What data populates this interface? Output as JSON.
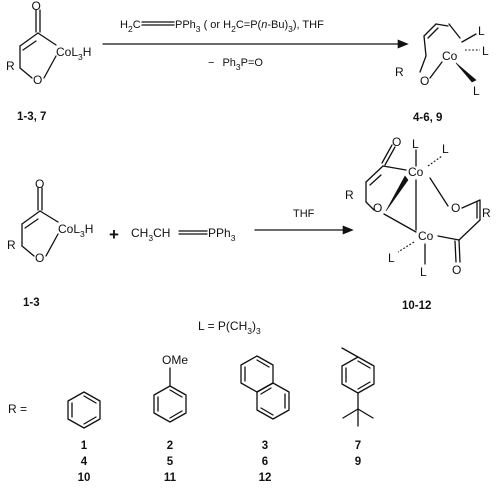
{
  "reaction1": {
    "reagent_above": {
      "h2c": "H",
      "h2c_sub": "2",
      "h2c_c": "C",
      "pph": "PPh",
      "pph_sub": "3",
      "alt_open": " ( or H",
      "alt_sub": "2",
      "alt_mid": "C=P(",
      "alt_n": "n",
      "alt_bu": "-Bu)",
      "alt_sub2": "3",
      "alt_close": "), THF"
    },
    "reagent_below": {
      "minus": "−",
      "ph": "Ph",
      "ph_sub": "3",
      "rest": "P=O"
    },
    "reactant_ids": "1-3, 7",
    "product_ids": "4-6, 9"
  },
  "reaction2": {
    "plus": "+",
    "ylide": {
      "a": "CH",
      "a_sub": "3",
      "b": "CH",
      "c": "PPh",
      "c_sub": "3"
    },
    "condition": "THF",
    "reactant_ids": "1-3",
    "product_ids": "10-12"
  },
  "atoms": {
    "O": "O",
    "Co": "Co",
    "CoL": "CoL",
    "L_sub": "3",
    "H": "H",
    "R": "R",
    "L": "L"
  },
  "ligand": {
    "text": "L = P(CH",
    "sub": "3",
    "close": ")",
    "close2": "3"
  },
  "legend": {
    "r_label": "R =",
    "ome": "OMe",
    "columns": [
      {
        "ids": [
          "1",
          "4",
          "10"
        ]
      },
      {
        "ids": [
          "2",
          "5",
          "11"
        ]
      },
      {
        "ids": [
          "3",
          "6",
          "12"
        ]
      },
      {
        "ids": [
          "7",
          "9"
        ]
      }
    ]
  }
}
